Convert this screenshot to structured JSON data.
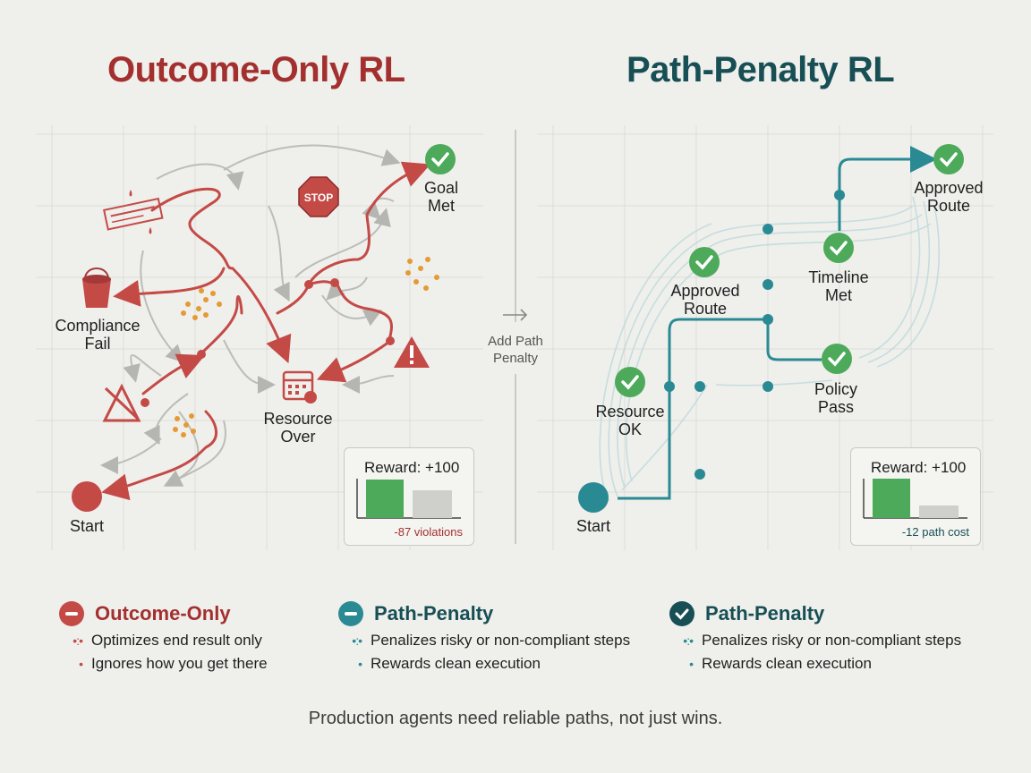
{
  "left": {
    "title": "Outcome-Only RL",
    "labels": {
      "goal": "Goal\nMet",
      "compliance": "Compliance\nFail",
      "resource": "Resource\nOver",
      "start": "Start",
      "stop": "STOP"
    },
    "reward": {
      "title": "Reward: +100",
      "note": "-87 violations"
    }
  },
  "divider": {
    "label": "Add Path\nPenalty"
  },
  "right": {
    "title": "Path-Penalty RL",
    "labels": {
      "approved_top": "Approved\nRoute",
      "approved_mid": "Approved\nRoute",
      "timeline": "Timeline\nMet",
      "policy": "Policy\nPass",
      "resource": "Resource\nOK",
      "start": "Start"
    },
    "reward": {
      "title": "Reward: +100",
      "note": "-12 path cost"
    }
  },
  "legend": [
    {
      "title": "Outcome-Only",
      "color": "#a3302f",
      "icon": "minus-icon",
      "items": [
        "Optimizes end result only",
        "Ignores how you get there"
      ]
    },
    {
      "title": "Path-Penalty",
      "color": "#2a7b84",
      "icon": "minus-icon",
      "items": [
        "Penalizes risky or non-compliant steps",
        "Rewards clean execution"
      ]
    },
    {
      "title": "Path-Penalty",
      "color": "#174f55",
      "icon": "check-icon",
      "items": [
        "Penalizes risky or non-compliant steps",
        "Rewards clean execution"
      ]
    }
  ],
  "footer": "Production agents need reliable paths, not just wins.",
  "colors": {
    "red": "#c44a46",
    "teal": "#2a8a93",
    "green": "#4caa5a",
    "grey": "#bcbcb8"
  }
}
